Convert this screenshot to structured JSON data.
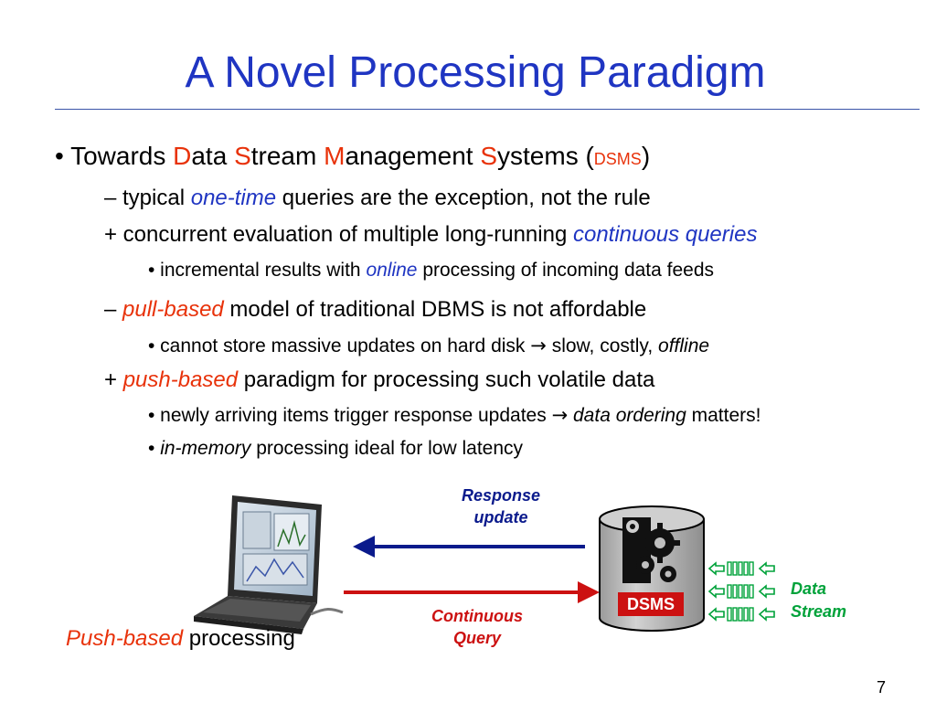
{
  "title": "A Novel Processing Paradigm",
  "bullets": {
    "b1": {
      "prefix": "• Towards ",
      "d": "D",
      "ata": "ata ",
      "s1": "S",
      "tream": "tream ",
      "m": "M",
      "anagement": "anagement ",
      "s2": "S",
      "ystems": "ystems (",
      "acronym": "DSMS",
      "close": ")"
    },
    "b2": {
      "prefix": "– typical ",
      "em": "one-time",
      "rest": " queries are the exception, not the rule"
    },
    "b3": {
      "prefix": "+ concurrent evaluation of multiple long-running ",
      "em": "continuous queries"
    },
    "b4": {
      "prefix": "• incremental results with ",
      "em": "online",
      "rest": " processing of incoming data feeds"
    },
    "b5": {
      "prefix": "– ",
      "em": "pull-based",
      "rest": " model of traditional DBMS is not affordable"
    },
    "b6": {
      "prefix": "• cannot store massive updates on hard disk ",
      "arrow": "→",
      "rest": "  slow, costly, ",
      "em": "offline"
    },
    "b7": {
      "prefix": "+ ",
      "em": "push-based",
      "rest": " paradigm for processing such volatile data"
    },
    "b8": {
      "prefix": "• newly arriving items trigger response updates ",
      "arrow": "→",
      "em": " data ordering",
      "rest": " matters!"
    },
    "b9": {
      "prefix": "• ",
      "em": "in-memory",
      "rest": " processing ideal for low latency"
    }
  },
  "diagram": {
    "response_label": "Response\nupdate",
    "query_label": "Continuous\nQuery",
    "dsms_label": "DSMS",
    "stream_label": "Data\nStream",
    "caption_em": "Push-based",
    "caption_rest": " processing",
    "colors": {
      "response_arrow": "#0a1a8c",
      "query_arrow": "#cc1111",
      "stream": "#00a23a",
      "cylinder": "#b8b8b8"
    }
  },
  "page_number": "7"
}
